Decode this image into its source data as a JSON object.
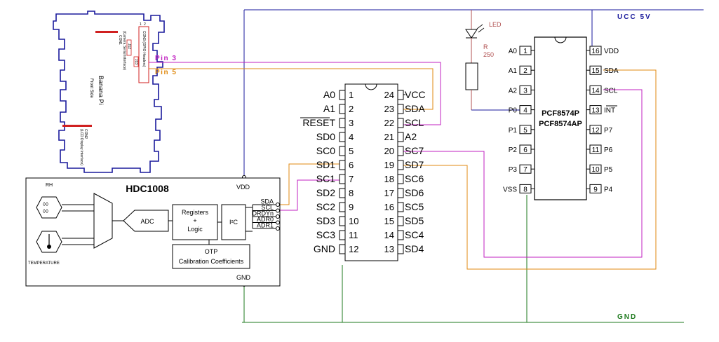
{
  "power": {
    "ucc_label": "UCC 5V",
    "gnd_label": "GND"
  },
  "led": {
    "led_label": "LED",
    "r_label": "R",
    "r_value": "250"
  },
  "banana_pi": {
    "title": "Banana Pi",
    "subtitle": "Front Side",
    "con1": "CON1",
    "con1_desc": "(Camera Serial Interface)",
    "con2": "CON2",
    "con2_desc": "(LCD Display Interface)",
    "con3": "CON3 (GPIO Headers)",
    "j12": "J12",
    "j13": "J13",
    "pin_a": "1",
    "pin_b": "2",
    "pin3_label": "Pin 3",
    "pin5_label": "Pin 5"
  },
  "mux": {
    "left_nums": [
      "1",
      "2",
      "3",
      "4",
      "5",
      "6",
      "7",
      "8",
      "9",
      "10",
      "11",
      "12"
    ],
    "left_labels": [
      "A0",
      "A1",
      "RESET",
      "SD0",
      "SC0",
      "SD1",
      "SC1",
      "SD2",
      "SC2",
      "SD3",
      "SC3",
      "GND"
    ],
    "right_nums": [
      "24",
      "23",
      "22",
      "21",
      "20",
      "19",
      "18",
      "17",
      "16",
      "15",
      "14",
      "13"
    ],
    "right_labels": [
      "VCC",
      "SDA",
      "SCL",
      "A2",
      "SC7",
      "SD7",
      "SC6",
      "SD6",
      "SC5",
      "SD5",
      "SC4",
      "SD4"
    ]
  },
  "pcf": {
    "name1": "PCF8574P",
    "name2": "PCF8574AP",
    "left_nums": [
      "1",
      "2",
      "3",
      "4",
      "5",
      "6",
      "7",
      "8"
    ],
    "left_labels": [
      "A0",
      "A1",
      "A2",
      "P0",
      "P1",
      "P2",
      "P3",
      "VSS"
    ],
    "right_nums": [
      "16",
      "15",
      "14",
      "13",
      "12",
      "11",
      "10",
      "9"
    ],
    "right_labels": [
      "VDD",
      "SDA",
      "SCL",
      "INT",
      "P7",
      "P6",
      "P5",
      "P4"
    ]
  },
  "hdc": {
    "title": "HDC1008",
    "vdd": "VDD",
    "gnd": "GND",
    "rh": "RH",
    "temperature": "TEMPERATURE",
    "adc": "ADC",
    "reg1": "Registers",
    "reg2": "+",
    "reg3": "Logic",
    "i2c": "I²C",
    "otp1": "OTP",
    "otp2": "Calibration Coefficients",
    "pins": [
      "SDA",
      "SCL",
      "DRDYn",
      "ADR0",
      "ADR1"
    ]
  }
}
